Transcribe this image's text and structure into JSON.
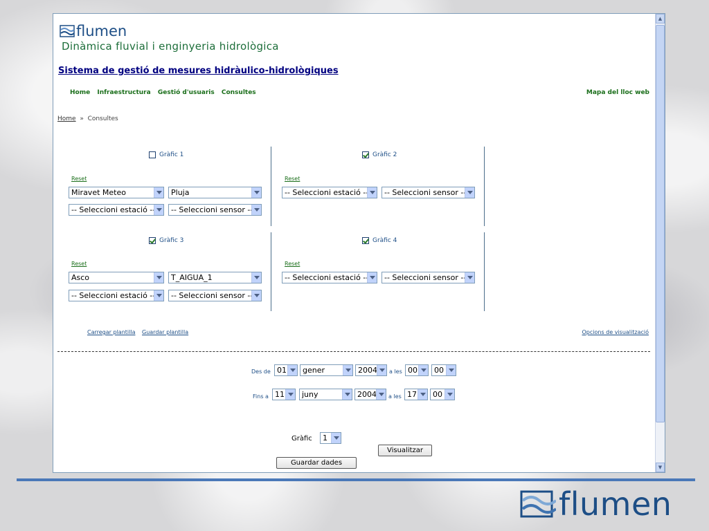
{
  "app": {
    "logo_text": "flumen",
    "logo_subtitle": "Dinàmica fluvial i enginyeria hidrològica",
    "system_title": "Sistema de gestió de mesures hidràulico-hidrològiques"
  },
  "nav": {
    "items": [
      "Home",
      "Infraestructura",
      "Gestió d'usuaris",
      "Consultes"
    ],
    "sitemap": "Mapa del lloc web"
  },
  "breadcrumb": {
    "home": "Home",
    "separator": "»",
    "current": "Consultes"
  },
  "graphs": [
    {
      "label": "Gràfic 1",
      "checked": false,
      "reset": "Reset",
      "row1": [
        "Miravet Meteo",
        "Pluja"
      ],
      "row2": [
        "-- Seleccioni estació --",
        "-- Seleccioni sensor --"
      ]
    },
    {
      "label": "Gràfic 2",
      "checked": true,
      "reset": "Reset",
      "row1": [
        "-- Seleccioni estació --",
        "-- Seleccioni sensor --"
      ]
    },
    {
      "label": "Gràfic 3",
      "checked": true,
      "reset": "Reset",
      "row1": [
        "Asco",
        "T_AIGUA_1"
      ],
      "row2": [
        "-- Seleccioni estació --",
        "-- Seleccioni sensor --"
      ]
    },
    {
      "label": "Gràfic 4",
      "checked": true,
      "reset": "Reset",
      "row1": [
        "-- Seleccioni estació --",
        "-- Seleccioni sensor --"
      ]
    }
  ],
  "template_links": {
    "load": "Carregar plantilla",
    "save": "Guardar plantilla",
    "options": "Opcions de visualització"
  },
  "date_from": {
    "label": "Des de",
    "day": "01",
    "month": "gener",
    "year": "2004",
    "at": "a les",
    "hour": "00",
    "minute": "00"
  },
  "date_to": {
    "label": "Fins a",
    "day": "11",
    "month": "juny",
    "year": "2004",
    "at": "a les",
    "hour": "17",
    "minute": "00"
  },
  "graph_select": {
    "label": "Gràfic",
    "value": "1"
  },
  "buttons": {
    "visualize": "Visualitzar",
    "save_data": "Guardar dades"
  },
  "footer_logo": "flumen",
  "colors": {
    "brand_blue": "#1d4e86",
    "link_green": "#1a6e1a",
    "accent_bar": "#4a78b8"
  }
}
